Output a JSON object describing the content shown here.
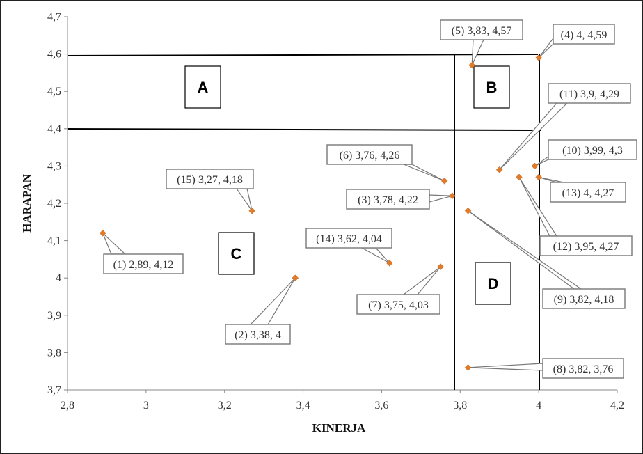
{
  "chart_data": {
    "type": "scatter",
    "xlabel": "KINERJA",
    "ylabel": "HARAPAN",
    "xlim": [
      2.8,
      4.2
    ],
    "ylim": [
      3.7,
      4.7
    ],
    "x_ticks": [
      "2,8",
      "3",
      "3,2",
      "3,4",
      "3,6",
      "3,8",
      "4",
      "4,2"
    ],
    "y_ticks": [
      "3,7",
      "3,8",
      "3,9",
      "4",
      "4,1",
      "4,2",
      "4,3",
      "4,4",
      "4,5",
      "4,6",
      "4,7"
    ],
    "marker_color": "#E07B2A",
    "points": [
      {
        "x": 2.89,
        "y": 4.12,
        "label": "(1) 2,89, 4,12"
      },
      {
        "x": 3.38,
        "y": 4.0,
        "label": "(2) 3,38, 4"
      },
      {
        "x": 3.78,
        "y": 4.22,
        "label": "(3) 3,78, 4,22"
      },
      {
        "x": 4.0,
        "y": 4.59,
        "label": "(4) 4, 4,59"
      },
      {
        "x": 3.83,
        "y": 4.57,
        "label": "(5) 3,83, 4,57"
      },
      {
        "x": 3.76,
        "y": 4.26,
        "label": "(6) 3,76, 4,26"
      },
      {
        "x": 3.75,
        "y": 4.03,
        "label": "(7) 3,75, 4,03"
      },
      {
        "x": 3.82,
        "y": 3.76,
        "label": "(8) 3,82, 3,76"
      },
      {
        "x": 3.82,
        "y": 4.18,
        "label": "(9) 3,82, 4,18"
      },
      {
        "x": 3.99,
        "y": 4.3,
        "label": "(10) 3,99, 4,3"
      },
      {
        "x": 3.9,
        "y": 4.29,
        "label": "(11) 3,9, 4,29"
      },
      {
        "x": 3.95,
        "y": 4.27,
        "label": "(12) 3,95, 4,27"
      },
      {
        "x": 4.0,
        "y": 4.27,
        "label": "(13) 4, 4,27"
      },
      {
        "x": 3.62,
        "y": 4.04,
        "label": "(14) 3,62, 4,04"
      },
      {
        "x": 3.27,
        "y": 4.18,
        "label": "(15) 3,27, 4,18"
      }
    ],
    "quadrants": [
      "A",
      "B",
      "C",
      "D"
    ]
  }
}
